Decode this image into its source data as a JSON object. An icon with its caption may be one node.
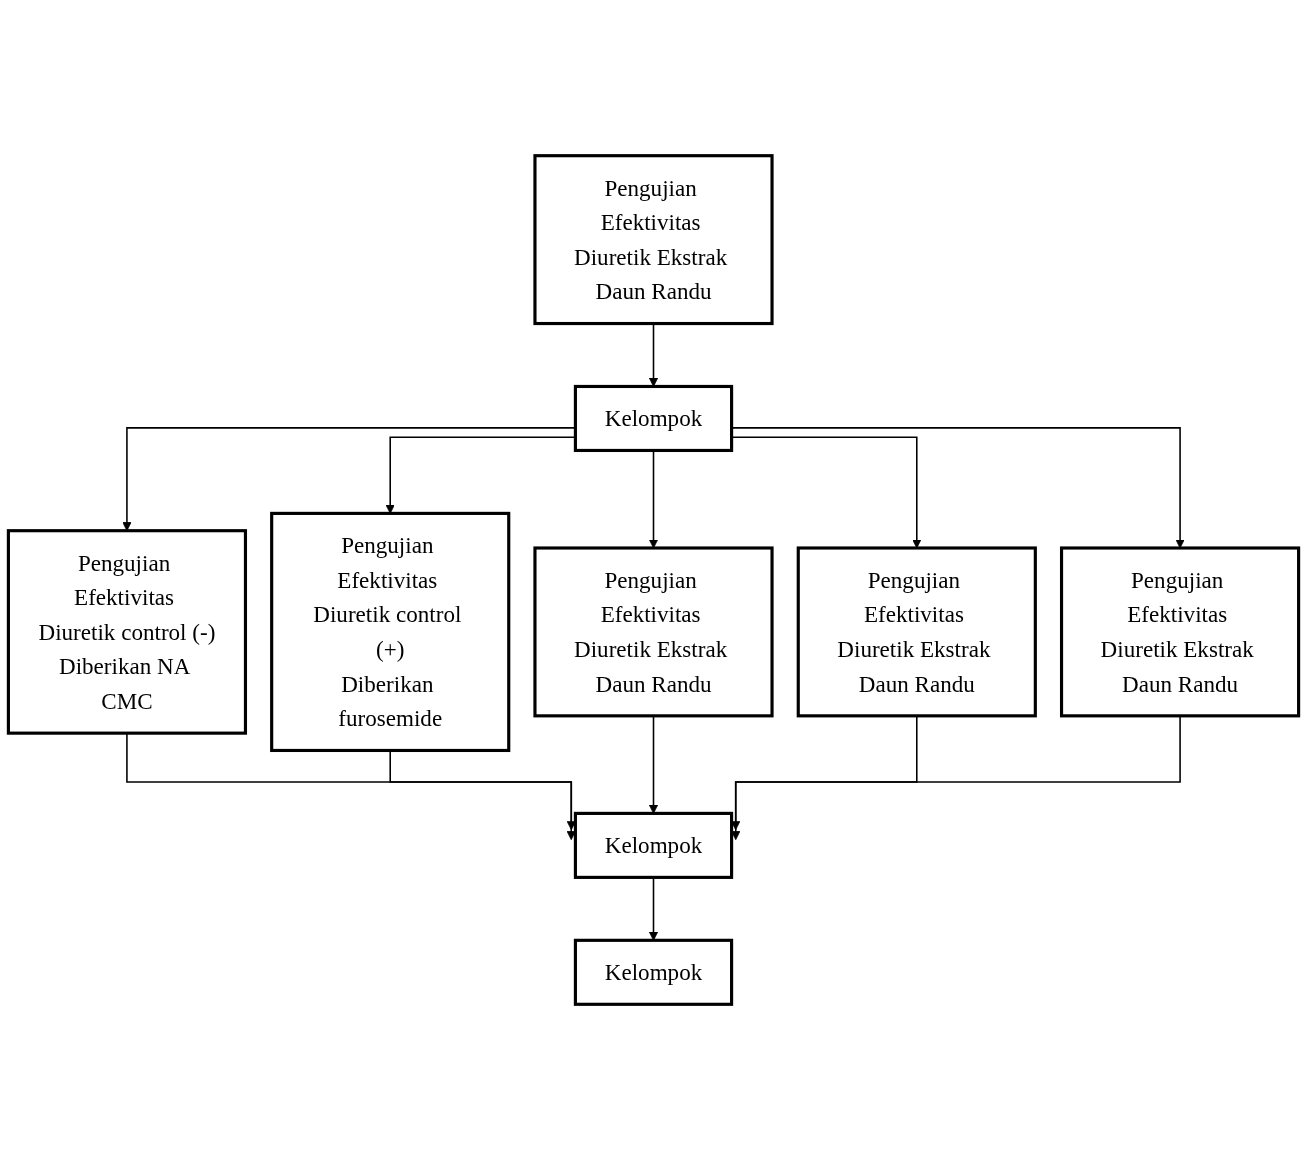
{
  "diagram": {
    "nodes": [
      {
        "text": [
          "Pengujian Efektivitas Diuretik Ekstrak Daun Randu"
        ]
      },
      {
        "text": [
          "Kelompok"
        ]
      },
      {
        "text": [
          "Pengujian Efektivitas Diuretik control (-)",
          "Diberikan NA CMC"
        ]
      },
      {
        "text": [
          "Pengujian Efektivitas Diuretik control (+)",
          "Diberikan furosemide"
        ]
      },
      {
        "text": [
          "Pengujian Efektivitas Diuretik Ekstrak Daun Randu"
        ]
      },
      {
        "text": [
          "Pengujian Efektivitas Diuretik Ekstrak Daun Randu"
        ]
      },
      {
        "text": [
          "Pengujian Efektivitas Diuretik Ekstrak Daun Randu"
        ]
      },
      {
        "text": [
          "Kelompok"
        ]
      },
      {
        "text": [
          "Kelompok"
        ]
      }
    ],
    "edges": [
      {
        "from": 0,
        "to": 1,
        "arrow": "to"
      },
      {
        "from": 1,
        "to": 2,
        "arrow": "to"
      },
      {
        "from": 1,
        "to": 3,
        "arrow": "to"
      },
      {
        "from": 1,
        "to": 4,
        "arrow": "to"
      },
      {
        "from": 1,
        "to": 5,
        "arrow": "to"
      },
      {
        "from": 1,
        "to": 6,
        "arrow": "to"
      },
      {
        "from": 2,
        "to": 7,
        "arrow": "to"
      },
      {
        "from": 3,
        "to": 7,
        "arrow": "to"
      },
      {
        "from": 4,
        "to": 7,
        "arrow": "to"
      },
      {
        "from": 5,
        "to": 7,
        "arrow": "to"
      },
      {
        "from": 6,
        "to": 7,
        "arrow": "to"
      },
      {
        "from": 7,
        "to": 8,
        "arrow": "to"
      }
    ]
  }
}
